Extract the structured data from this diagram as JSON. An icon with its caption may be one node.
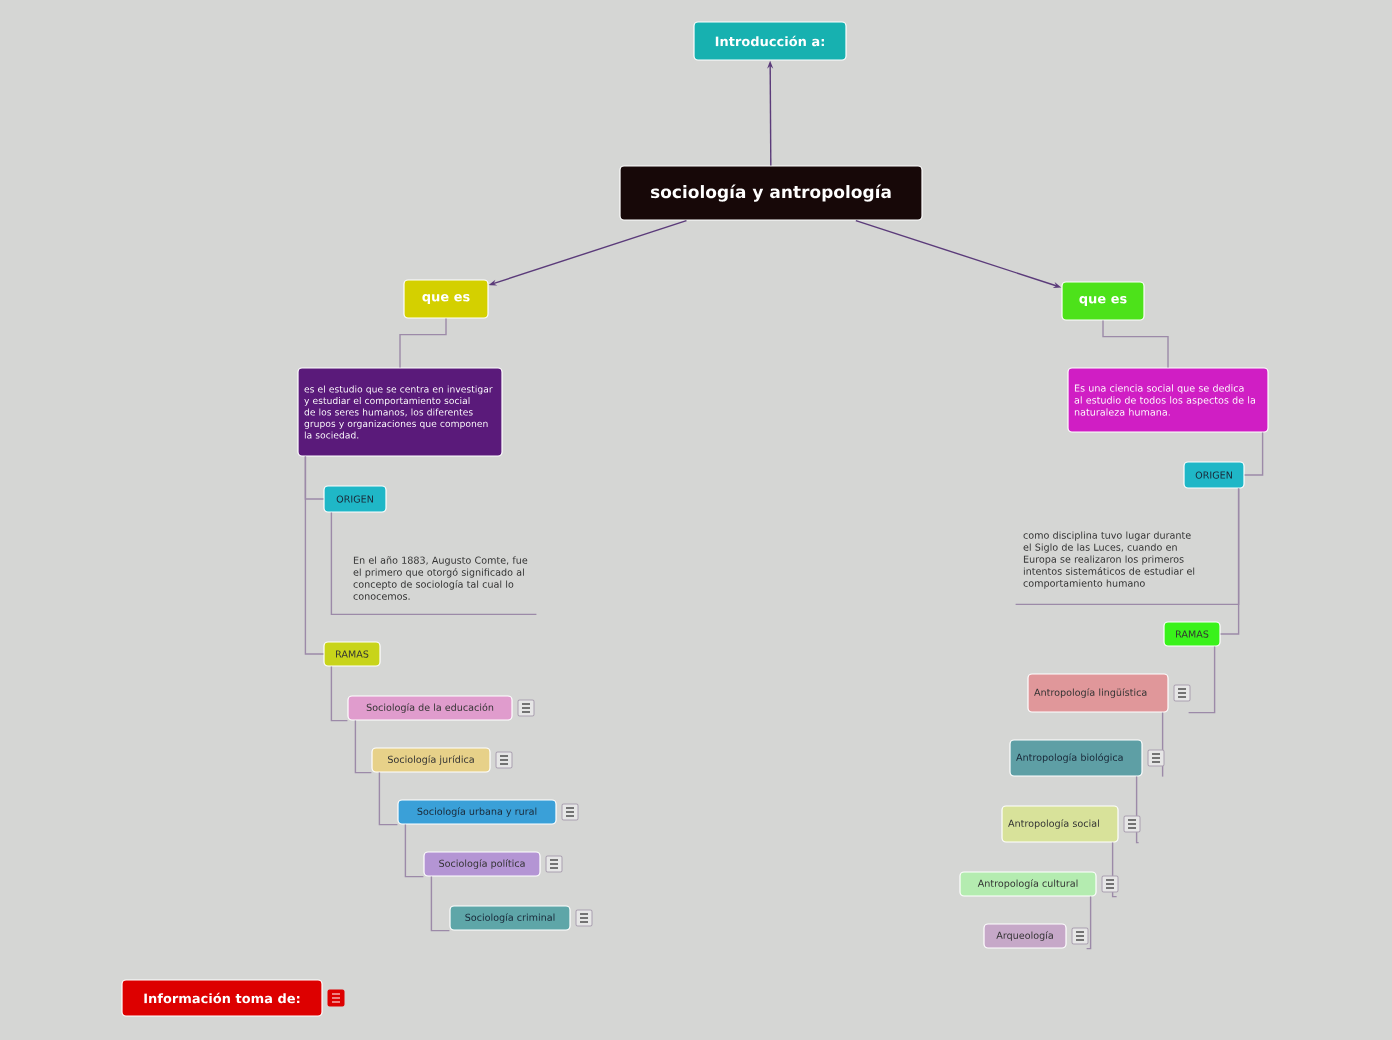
{
  "diagram": {
    "nodes": [
      {
        "text": [
          "Introducción a:"
        ]
      },
      {
        "text": [
          "sociología y antropología"
        ]
      },
      {
        "text": [
          "que es"
        ]
      },
      {
        "text": [
          "es el estudio que se centra en investigar y estudiar el comportamiento social de los seres humanos, los diferentes grupos y organizaciones que componen la sociedad."
        ]
      },
      {
        "text": [
          "ORIGEN"
        ]
      },
      {
        "text": [
          "En el año 1883, Augusto Comte, fue el primero que otorgó significado al concepto de sociología tal cual lo conocemos."
        ]
      },
      {
        "text": [
          "RAMAS"
        ]
      },
      {
        "text": [
          "Sociología de la educación"
        ]
      },
      {
        "text": [
          "Sociología jurídica"
        ]
      },
      {
        "text": [
          "Sociología urbana y rural"
        ]
      },
      {
        "text": [
          "Sociología política"
        ]
      },
      {
        "text": [
          "Sociología criminal"
        ]
      },
      {
        "text": [
          "que es"
        ]
      },
      {
        "text": [
          "Es una ciencia social que se dedica al estudio de todos los aspectos de la naturaleza humana."
        ]
      },
      {
        "text": [
          "ORIGEN"
        ]
      },
      {
        "text": [
          "como disciplina tuvo lugar durante el Siglo de las Luces, cuando en Europa se realizaron los primeros intentos sistemáticos de estudiar el comportamiento humano"
        ]
      },
      {
        "text": [
          "RAMAS"
        ]
      },
      {
        "text": [
          "Antropología lingüística"
        ]
      },
      {
        "text": [
          "Antropología biológica"
        ]
      },
      {
        "text": [
          "Antropología social"
        ]
      },
      {
        "text": [
          "Antropología cultural"
        ]
      },
      {
        "text": [
          "Arqueología"
        ]
      },
      {
        "text": [
          "Información toma de:"
        ]
      }
    ],
    "edges": [
      {
        "from": 1,
        "to": 0,
        "arrow": "to",
        "color": "#5b3b7a"
      },
      {
        "from": 1,
        "to": 2,
        "arrow": "to",
        "color": "#5b3b7a"
      },
      {
        "from": 1,
        "to": 12,
        "arrow": "to",
        "color": "#5b3b7a"
      },
      {
        "from": 2,
        "to": 3,
        "arrow": "none"
      },
      {
        "from": 3,
        "to": 4,
        "arrow": "none"
      },
      {
        "from": 4,
        "to": 5,
        "arrow": "none"
      },
      {
        "from": 3,
        "to": 6,
        "arrow": "none"
      },
      {
        "from": 6,
        "to": 7,
        "arrow": "none"
      },
      {
        "from": 7,
        "to": 8,
        "arrow": "none"
      },
      {
        "from": 8,
        "to": 9,
        "arrow": "none"
      },
      {
        "from": 9,
        "to": 10,
        "arrow": "none"
      },
      {
        "from": 10,
        "to": 11,
        "arrow": "none"
      },
      {
        "from": 12,
        "to": 13,
        "arrow": "none"
      },
      {
        "from": 13,
        "to": 14,
        "arrow": "none"
      },
      {
        "from": 14,
        "to": 15,
        "arrow": "none"
      },
      {
        "from": 14,
        "to": 16,
        "arrow": "none"
      },
      {
        "from": 16,
        "to": 17,
        "arrow": "none"
      },
      {
        "from": 17,
        "to": 18,
        "arrow": "none"
      },
      {
        "from": 18,
        "to": 19,
        "arrow": "none"
      },
      {
        "from": 19,
        "to": 20,
        "arrow": "none"
      },
      {
        "from": 20,
        "to": 21,
        "arrow": "none"
      }
    ]
  }
}
